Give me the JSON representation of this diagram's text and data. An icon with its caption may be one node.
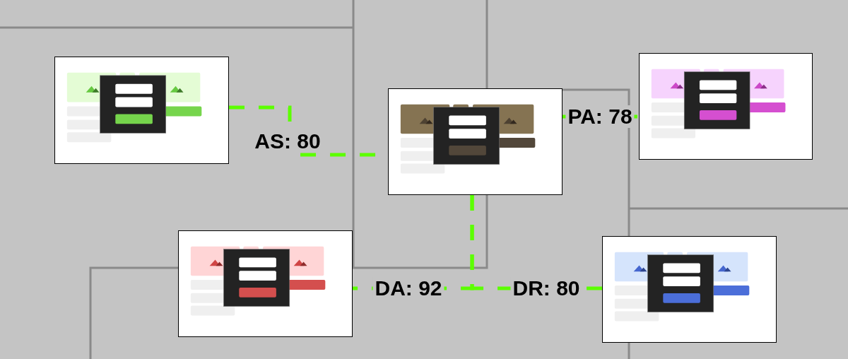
{
  "diagram": {
    "nodes": [
      {
        "text": [],
        "shape": "picture"
      },
      {
        "text": [],
        "shape": "picture"
      },
      {
        "text": [],
        "shape": "picture"
      },
      {
        "text": [],
        "shape": "picture"
      },
      {
        "text": [],
        "shape": "picture"
      }
    ],
    "edges": [
      {
        "from": 0,
        "to": 1,
        "arrow": "none",
        "label": "AS: 80",
        "style": "dashed"
      },
      {
        "from": 1,
        "to": 2,
        "arrow": "none",
        "label": "PA: 78",
        "style": "dashed"
      },
      {
        "from": 1,
        "to": 3,
        "arrow": "none",
        "label": "DA: 92",
        "style": "dashed"
      },
      {
        "from": 1,
        "to": 4,
        "arrow": "none",
        "label": "DR: 80",
        "style": "dashed"
      }
    ]
  }
}
